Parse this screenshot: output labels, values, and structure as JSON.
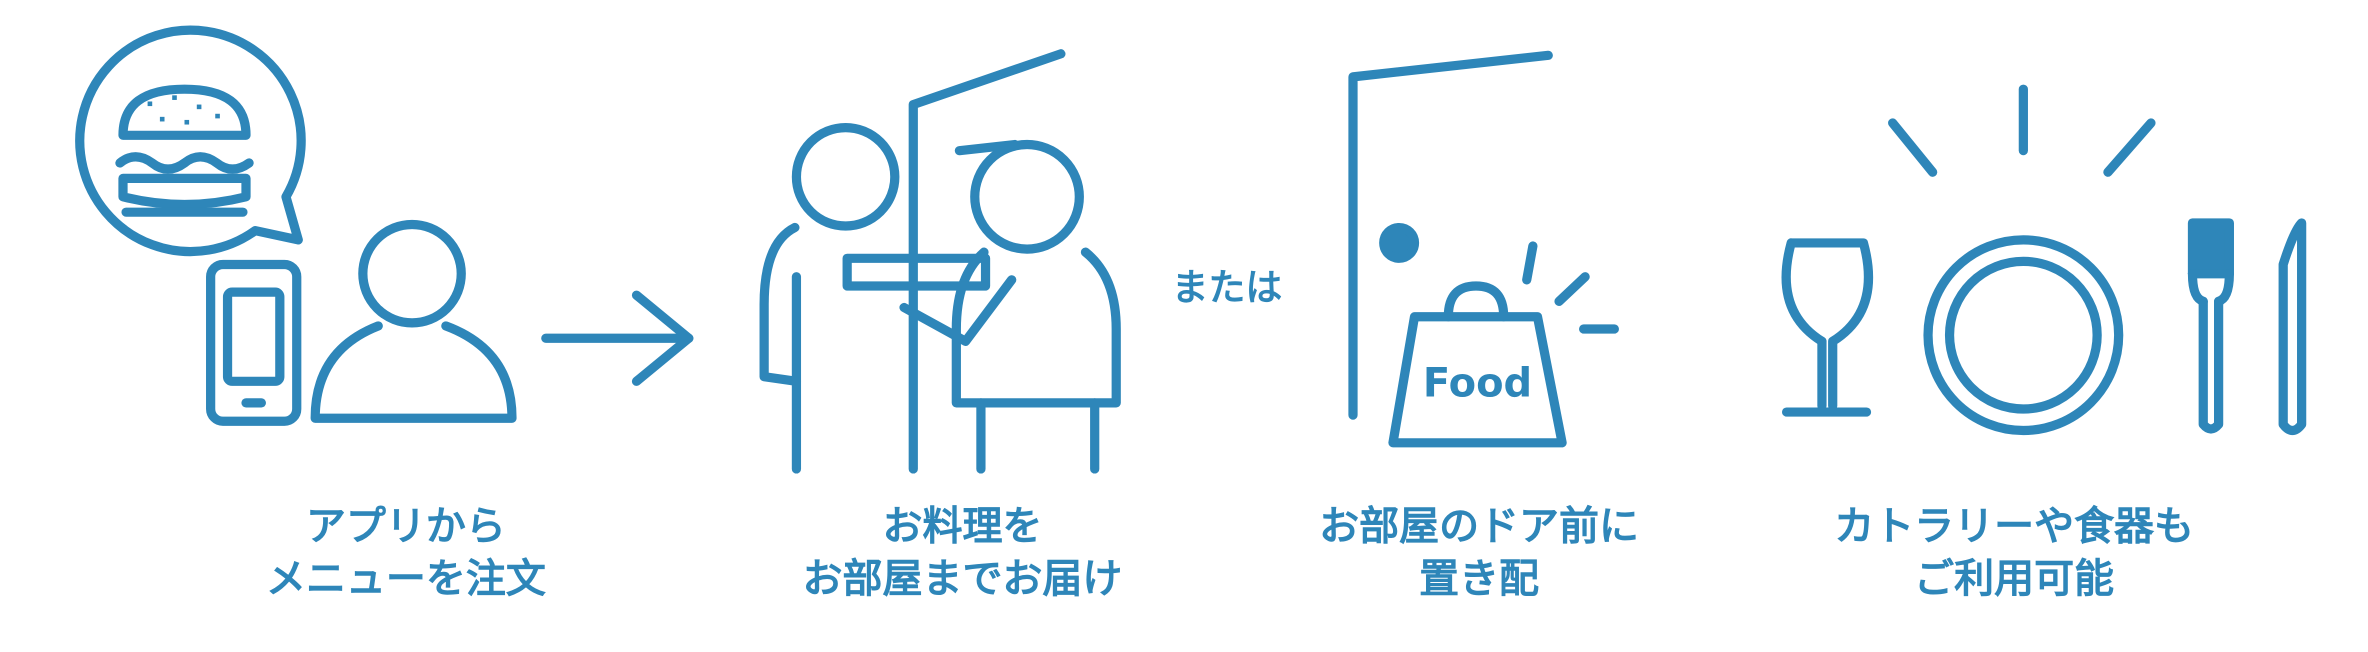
{
  "steps": [
    {
      "line1": "アプリから",
      "line2": "メニューを注文"
    },
    {
      "line1": "お料理を",
      "line2": "お部屋までお届け"
    },
    {
      "line1": "お部屋のドア前に",
      "line2": "置き配"
    },
    {
      "line1": "カトラリーや食器も",
      "line2": "ご利用可能"
    }
  ],
  "connector": "または",
  "bag_label": "Food",
  "colors": {
    "accent": "#2e86b9",
    "background": "#ffffff"
  }
}
